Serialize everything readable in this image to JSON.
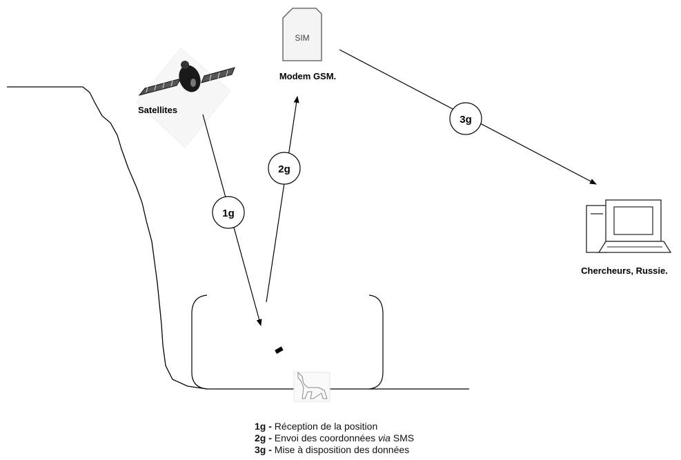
{
  "nodes": {
    "satellite": {
      "label": "Satellites"
    },
    "sim": {
      "card_text": "SIM",
      "label": "Modem GSM."
    },
    "computer": {
      "label": "Chercheurs, Russie."
    }
  },
  "steps": [
    {
      "id": "1g",
      "desc_pre": "Réception de la position",
      "desc_em": "",
      "desc_post": ""
    },
    {
      "id": "2g",
      "desc_pre": "Envoi des coordonnées ",
      "desc_em": "via",
      "desc_post": " SMS"
    },
    {
      "id": "3g",
      "desc_pre": "Mise à disposition des données",
      "desc_em": "",
      "desc_post": ""
    }
  ],
  "legend_separator": " - "
}
